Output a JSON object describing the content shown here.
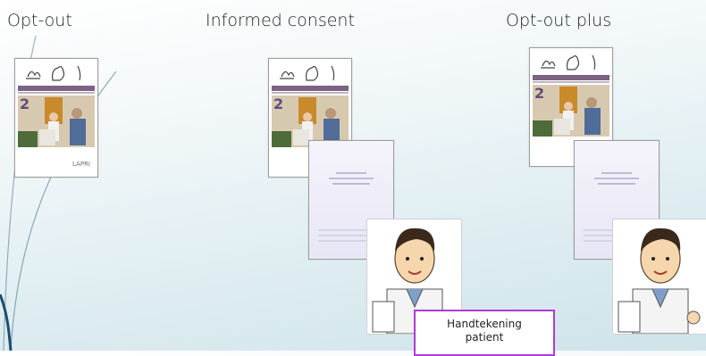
{
  "columns": [
    {
      "heading": "Opt-out"
    },
    {
      "heading": "Informed consent"
    },
    {
      "heading": "Opt-out plus"
    }
  ],
  "brochure": {
    "number": "2",
    "logo_text": "LAPRI"
  },
  "signature_box": {
    "line1": "Handtekening",
    "line2": "patient",
    "border_color": "#b03ad6"
  },
  "colors": {
    "brochure_accent": "#7a6384",
    "background_bottom": "#cfe3ea"
  }
}
